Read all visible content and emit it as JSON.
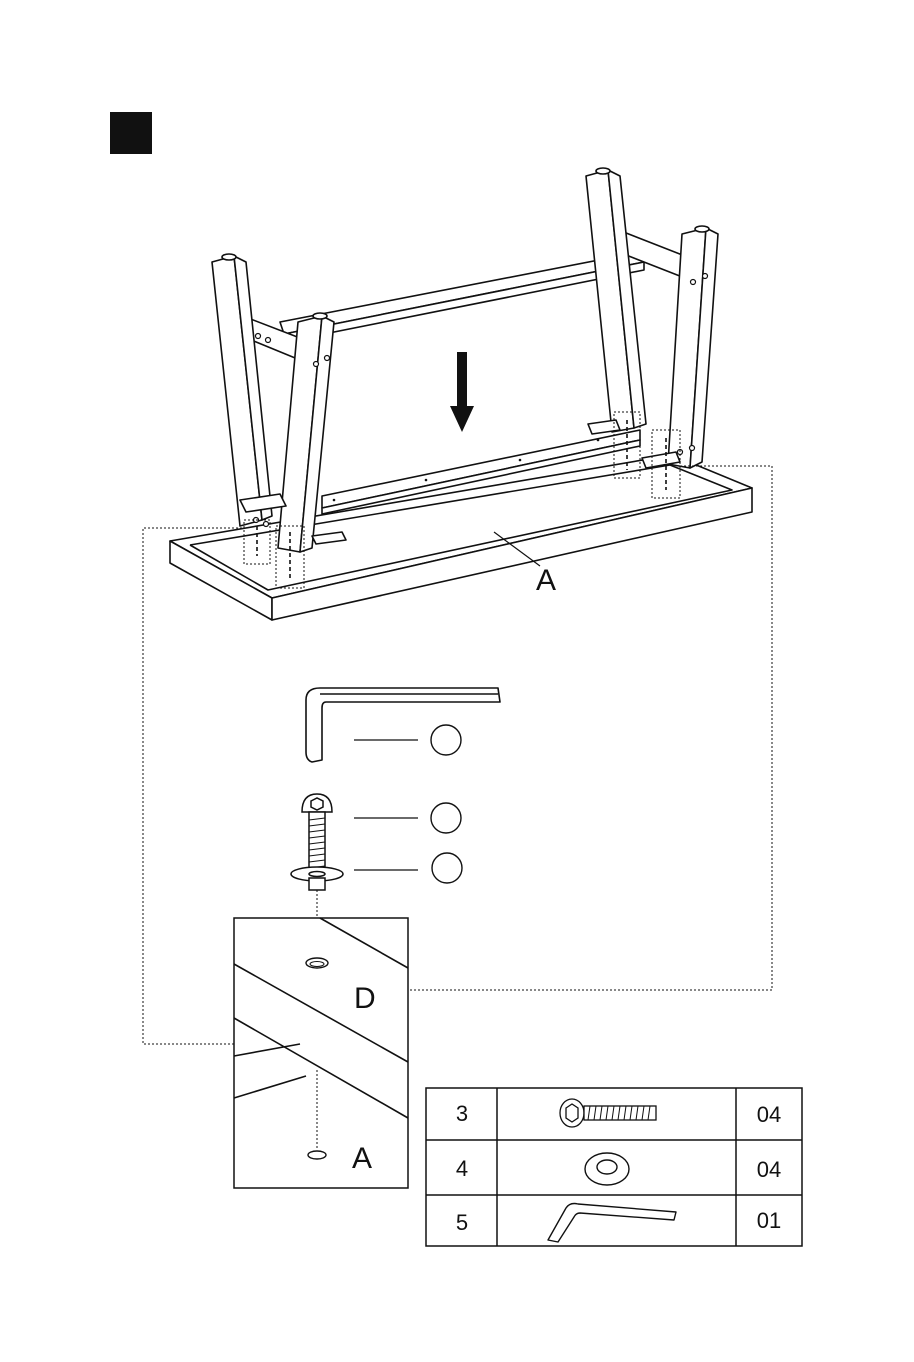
{
  "step": {
    "badge_color": "#111111"
  },
  "diagram": {
    "part_labels": {
      "tabletop": "A",
      "detail_top": "D",
      "detail_bottom": "A"
    },
    "callouts": [
      "",
      "",
      ""
    ]
  },
  "parts_table": {
    "rows": [
      {
        "number": "3",
        "icon": "bolt-icon",
        "quantity": "04"
      },
      {
        "number": "4",
        "icon": "washer-icon",
        "quantity": "04"
      },
      {
        "number": "5",
        "icon": "allen-key-icon",
        "quantity": "01"
      }
    ]
  },
  "colors": {
    "line": "#111111",
    "background": "#ffffff"
  }
}
